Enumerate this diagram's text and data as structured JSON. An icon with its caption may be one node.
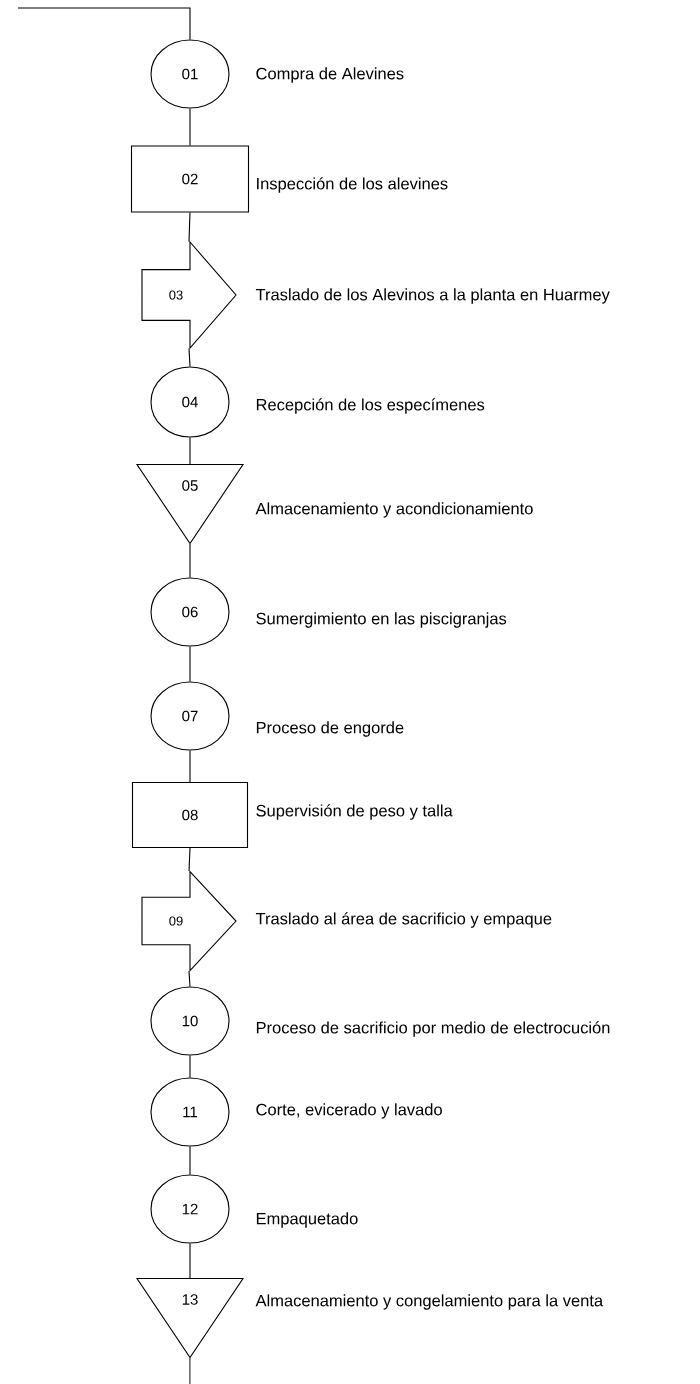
{
  "diagram": {
    "nodes": [
      {
        "text": [
          "01"
        ],
        "beside": [
          "Compra de Alevines"
        ]
      },
      {
        "text": [
          "02"
        ],
        "beside": [
          "Inspección de los alevines"
        ]
      },
      {
        "text": [
          "03"
        ],
        "beside": [
          "Traslado de los Alevinos a la planta en Huarmey"
        ]
      },
      {
        "text": [
          "04"
        ],
        "beside": [
          "Recepción de los especímenes"
        ]
      },
      {
        "text": [
          "05"
        ],
        "beside": [
          "Almacenamiento y acondicionamiento"
        ]
      },
      {
        "text": [
          "06"
        ],
        "beside": [
          "Sumergimiento en las piscigranjas"
        ]
      },
      {
        "text": [
          "07"
        ],
        "beside": [
          "Proceso de engorde"
        ]
      },
      {
        "text": [
          "08"
        ],
        "beside": [
          "Supervisión de peso y talla"
        ]
      },
      {
        "text": [
          "09"
        ],
        "beside": [
          "Traslado al área de sacrificio y empaque"
        ]
      },
      {
        "text": [
          "10"
        ],
        "beside": [
          "Proceso de sacrificio por medio de electrocución"
        ]
      },
      {
        "text": [
          "11"
        ],
        "beside": [
          "Corte, evicerado y lavado"
        ]
      },
      {
        "text": [
          "12"
        ],
        "beside": [
          "Empaquetado"
        ]
      },
      {
        "text": [
          "13"
        ],
        "beside": [
          "Almacenamiento y congelamiento para la venta"
        ]
      }
    ],
    "edges": [
      {
        "from": null,
        "to": 0,
        "arrow": "none"
      },
      {
        "from": 0,
        "to": 1,
        "arrow": "none"
      },
      {
        "from": 1,
        "to": 2,
        "arrow": "none"
      },
      {
        "from": 2,
        "to": 3,
        "arrow": "none"
      },
      {
        "from": 3,
        "to": 4,
        "arrow": "none"
      },
      {
        "from": 4,
        "to": 5,
        "arrow": "none"
      },
      {
        "from": 5,
        "to": 6,
        "arrow": "none"
      },
      {
        "from": 6,
        "to": 7,
        "arrow": "none"
      },
      {
        "from": 7,
        "to": 8,
        "arrow": "none"
      },
      {
        "from": 8,
        "to": 9,
        "arrow": "none"
      },
      {
        "from": 9,
        "to": 10,
        "arrow": "none"
      },
      {
        "from": 10,
        "to": 11,
        "arrow": "none"
      },
      {
        "from": 11,
        "to": 12,
        "arrow": "none"
      },
      {
        "from": 12,
        "to": null,
        "arrow": "none"
      }
    ]
  }
}
